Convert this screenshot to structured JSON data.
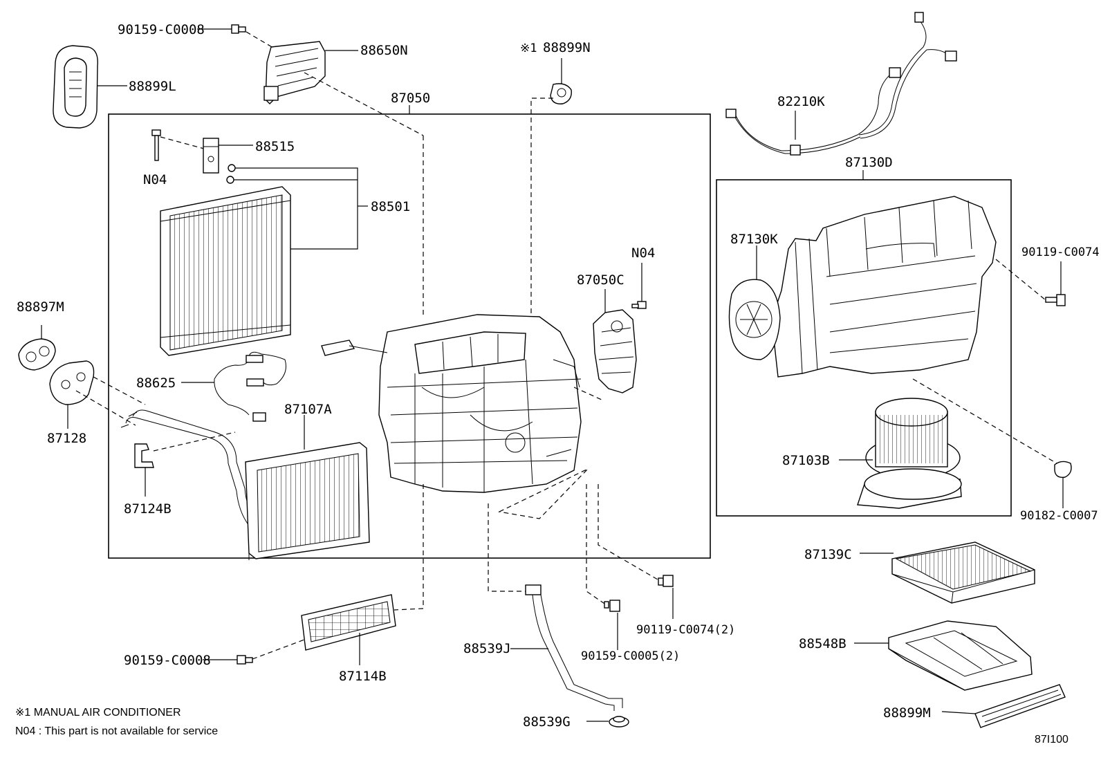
{
  "labels": {
    "p90159_c0008_top": "90159-C0008",
    "p88650n": "88650N",
    "p88899l": "88899L",
    "p87050": "87050",
    "note_mark_88899n": "※1",
    "p88899n": "88899N",
    "p82210k": "82210K",
    "p87130d": "87130D",
    "p88515": "88515",
    "p_n04_a": "N04",
    "p88501": "88501",
    "p88897m": "88897M",
    "p88625": "88625",
    "p87107a": "87107A",
    "p87128": "87128",
    "p87124b": "87124B",
    "p87050c": "87050C",
    "p_n04_b": "N04",
    "p87130k": "87130K",
    "p90119_c0074": "90119-C0074",
    "p87103b": "87103B",
    "p90182_c0007": "90182-C0007",
    "p87139c": "87139C",
    "p88548b": "88548B",
    "p88899m": "88899M",
    "p90119_c0074_2": "90119-C0074(2)",
    "p90159_c0005_2": "90159-C0005(2)",
    "p88539j": "88539J",
    "p88539g": "88539G",
    "p87114b": "87114B",
    "p90159_c0008_bottom": "90159-C0008"
  },
  "notes": {
    "manual_ac": "※1 MANUAL AIR CONDITIONER",
    "n04_note": "N04 : This part is not available for service"
  },
  "figure_code": "87I100"
}
